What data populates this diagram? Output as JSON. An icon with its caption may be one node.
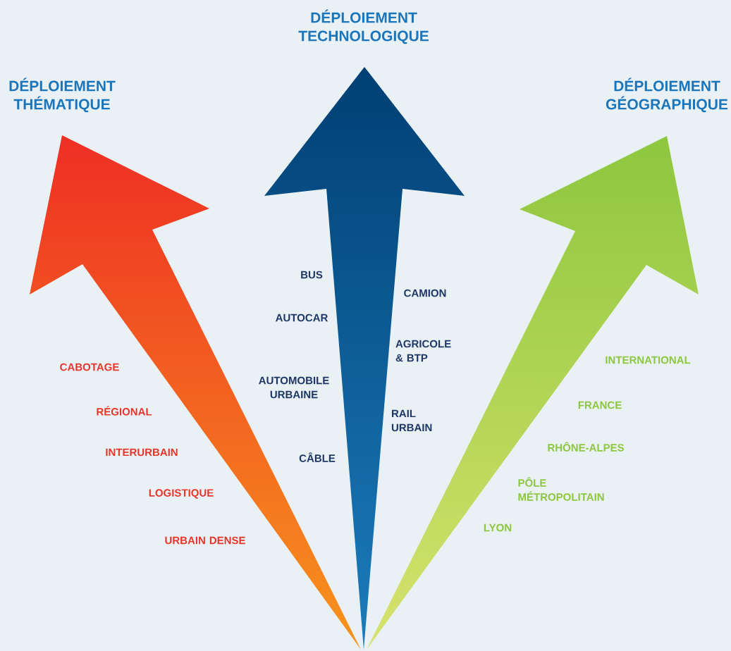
{
  "diagram": {
    "labels": [
      "DÉPLOIEMENT TECHNOLOGIQUE",
      "DÉPLOIEMENT THÉMATIQUE",
      "DÉPLOIEMENT GÉOGRAPHIQUE",
      "CABOTAGE",
      "RÉGIONAL",
      "INTERURBAIN",
      "LOGISTIQUE",
      "URBAIN DENSE",
      "BUS",
      "CAMION",
      "AUTOCAR",
      "AGRICOLE & BTP",
      "AUTOMOBILE URBAINE",
      "RAIL URBAIN",
      "CÂBLE",
      "INTERNATIONAL",
      "FRANCE",
      "RHÔNE-ALPES",
      "PÔLE MÉTROPOLITAIN",
      "LYON"
    ]
  }
}
